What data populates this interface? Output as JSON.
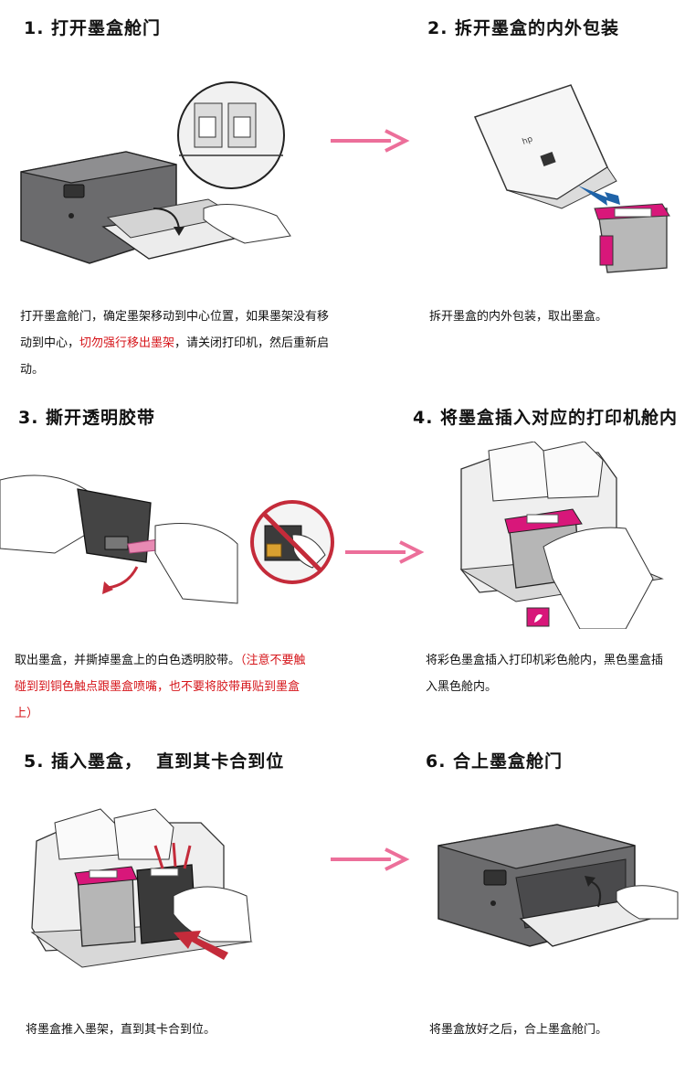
{
  "steps": [
    {
      "title": "1. 打开墨盒舱门",
      "desc_parts": [
        "打开墨盒舱门，确定墨架移动到中心位置，如果墨架没有移动到中心，",
        "切勿强行移出墨架",
        "，请关闭打印机，然后重新启动。"
      ]
    },
    {
      "title": "2. 拆开墨盒的内外包装",
      "desc": "拆开墨盒的内外包装，取出墨盒。",
      "package_brand": "hp"
    },
    {
      "title": "3. 撕开透明胶带",
      "desc_parts": [
        "取出墨盒，并撕掉墨盒上的白色透明胶带。",
        "（注意不要触碰到到铜色触点跟墨盒喷嘴，也不要将胶带再贴到墨盒上）"
      ]
    },
    {
      "title": "4. 将墨盒插入对应的打印机舱内",
      "desc": "将彩色墨盒插入打印机彩色舱内，黑色墨盒插入黑色舱内。"
    },
    {
      "title": "5. 插入墨盒，  直到其卡合到位",
      "desc": "将墨盒推入墨架，直到其卡合到位。"
    },
    {
      "title": "6. 合上墨盒舱门",
      "desc": "将墨盒放好之后，合上墨盒舱门。"
    }
  ],
  "colors": {
    "arrow": "#ec6f9a",
    "warning": "#d6161b",
    "magenta": "#d8177a",
    "printer_dark": "#5a5a5c",
    "blue_arrow": "#1f63a8",
    "push_arrow": "#c42b3a"
  }
}
